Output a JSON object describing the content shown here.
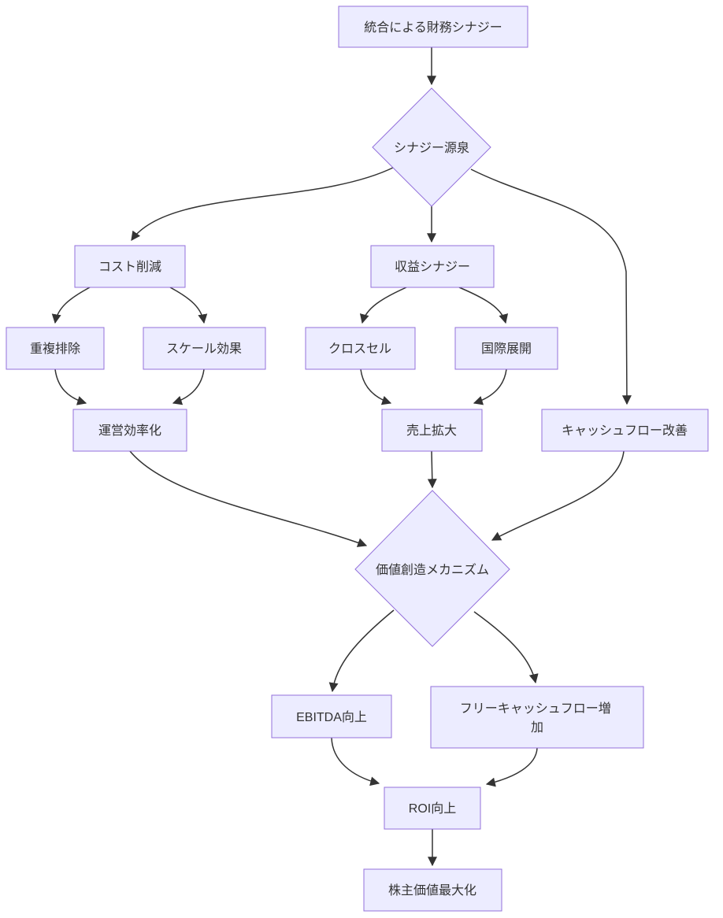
{
  "diagram": {
    "type": "flowchart",
    "direction": "top-down",
    "colors": {
      "node_fill": "#ECECFF",
      "node_border": "#9370DB",
      "edge_stroke": "#333333",
      "text": "#333333",
      "background": "#ffffff"
    },
    "nodes": {
      "financial_synergy": {
        "label": "統合による財務シナジー",
        "shape": "rect"
      },
      "synergy_source": {
        "label": "シナジー源泉",
        "shape": "diamond"
      },
      "cost_reduction": {
        "label": "コスト削減",
        "shape": "rect"
      },
      "revenue_synergy": {
        "label": "収益シナジー",
        "shape": "rect"
      },
      "duplicate_elimination": {
        "label": "重複排除",
        "shape": "rect"
      },
      "scale_effect": {
        "label": "スケール効果",
        "shape": "rect"
      },
      "cross_sell": {
        "label": "クロスセル",
        "shape": "rect"
      },
      "international_expansion": {
        "label": "国際展開",
        "shape": "rect"
      },
      "operational_efficiency": {
        "label": "運営効率化",
        "shape": "rect"
      },
      "sales_expansion": {
        "label": "売上拡大",
        "shape": "rect"
      },
      "cash_flow_improvement": {
        "label": "キャッシュフロー改善",
        "shape": "rect"
      },
      "value_creation": {
        "label": "価値創造メカニズム",
        "shape": "diamond"
      },
      "ebitda_improvement": {
        "label": "EBITDA向上",
        "shape": "rect"
      },
      "fcf_increase": {
        "label": "フリーキャッシュフロー増加",
        "shape": "rect",
        "line1": "フリーキャッシュフロー増",
        "line2": "加"
      },
      "roi_improvement": {
        "label": "ROI向上",
        "shape": "rect"
      },
      "shareholder_value": {
        "label": "株主価値最大化",
        "shape": "rect"
      }
    },
    "edges": [
      {
        "from": "financial_synergy",
        "to": "synergy_source"
      },
      {
        "from": "synergy_source",
        "to": "cost_reduction"
      },
      {
        "from": "synergy_source",
        "to": "revenue_synergy"
      },
      {
        "from": "synergy_source",
        "to": "cash_flow_improvement"
      },
      {
        "from": "cost_reduction",
        "to": "duplicate_elimination"
      },
      {
        "from": "cost_reduction",
        "to": "scale_effect"
      },
      {
        "from": "duplicate_elimination",
        "to": "operational_efficiency"
      },
      {
        "from": "scale_effect",
        "to": "operational_efficiency"
      },
      {
        "from": "revenue_synergy",
        "to": "cross_sell"
      },
      {
        "from": "revenue_synergy",
        "to": "international_expansion"
      },
      {
        "from": "cross_sell",
        "to": "sales_expansion"
      },
      {
        "from": "international_expansion",
        "to": "sales_expansion"
      },
      {
        "from": "operational_efficiency",
        "to": "value_creation"
      },
      {
        "from": "sales_expansion",
        "to": "value_creation"
      },
      {
        "from": "cash_flow_improvement",
        "to": "value_creation"
      },
      {
        "from": "value_creation",
        "to": "ebitda_improvement"
      },
      {
        "from": "value_creation",
        "to": "fcf_increase"
      },
      {
        "from": "ebitda_improvement",
        "to": "roi_improvement"
      },
      {
        "from": "fcf_increase",
        "to": "roi_improvement"
      },
      {
        "from": "roi_improvement",
        "to": "shareholder_value"
      }
    ]
  }
}
